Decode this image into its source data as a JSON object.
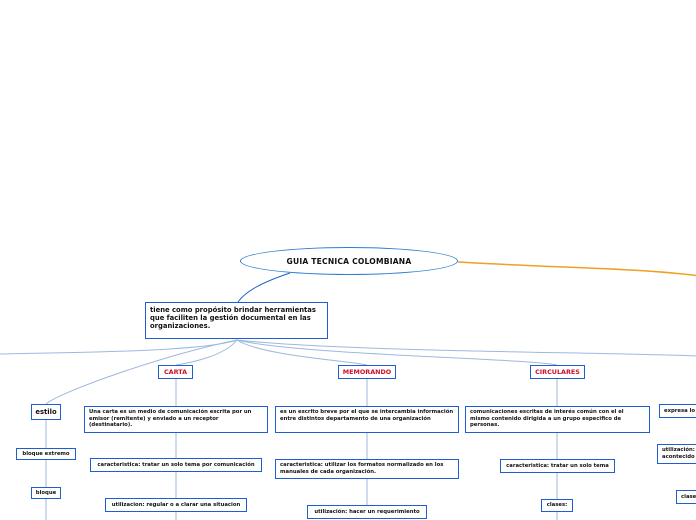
{
  "map": {
    "root": "GUIA TECNICA COLOMBIANA",
    "purpose": "tiene como propósito brindar herramientas que faciliten la gestión documental en las organizaciones.",
    "estilo": {
      "label": "estilo",
      "items": [
        "bloque extremo",
        "bloque"
      ]
    },
    "carta": {
      "label": "CARTA",
      "definition": "Una carta es un medio de comunicación escrita por un emisor (remitente) y enviado a un receptor (destinatario).",
      "caracteristica": "caracteristica: tratar un solo tema por comunicación",
      "utilizacion": "utilizacion: regular o a clarar una situacion"
    },
    "memorando": {
      "label": "MEMORANDO",
      "definition": "es un escrito breve por el que se intercambia información entre distintos departamento de una organización",
      "caracteristica": "caracteristica: utilizar los formatos normalizado en los manuales de cada organización.",
      "utilizacion": "utilización: hacer un requerimiento"
    },
    "circulares": {
      "label": "CIRCULARES",
      "definition": "comunicaciones escritas de interés común con el el mismo contenido dirigida a un grupo especifico de personas.",
      "caracteristica": "caracteristica: tratar un solo tema",
      "clases": "clases:"
    },
    "right": {
      "expresa": "expresa lo",
      "utilizacion": "utilización: acontecido",
      "clase": "clase"
    }
  },
  "colors": {
    "node_border": "#1d5fd0",
    "connector": "#9db8de",
    "root_link": "#1d5fd0",
    "side_link": "#f0a020",
    "type_label": "#c8102e"
  }
}
